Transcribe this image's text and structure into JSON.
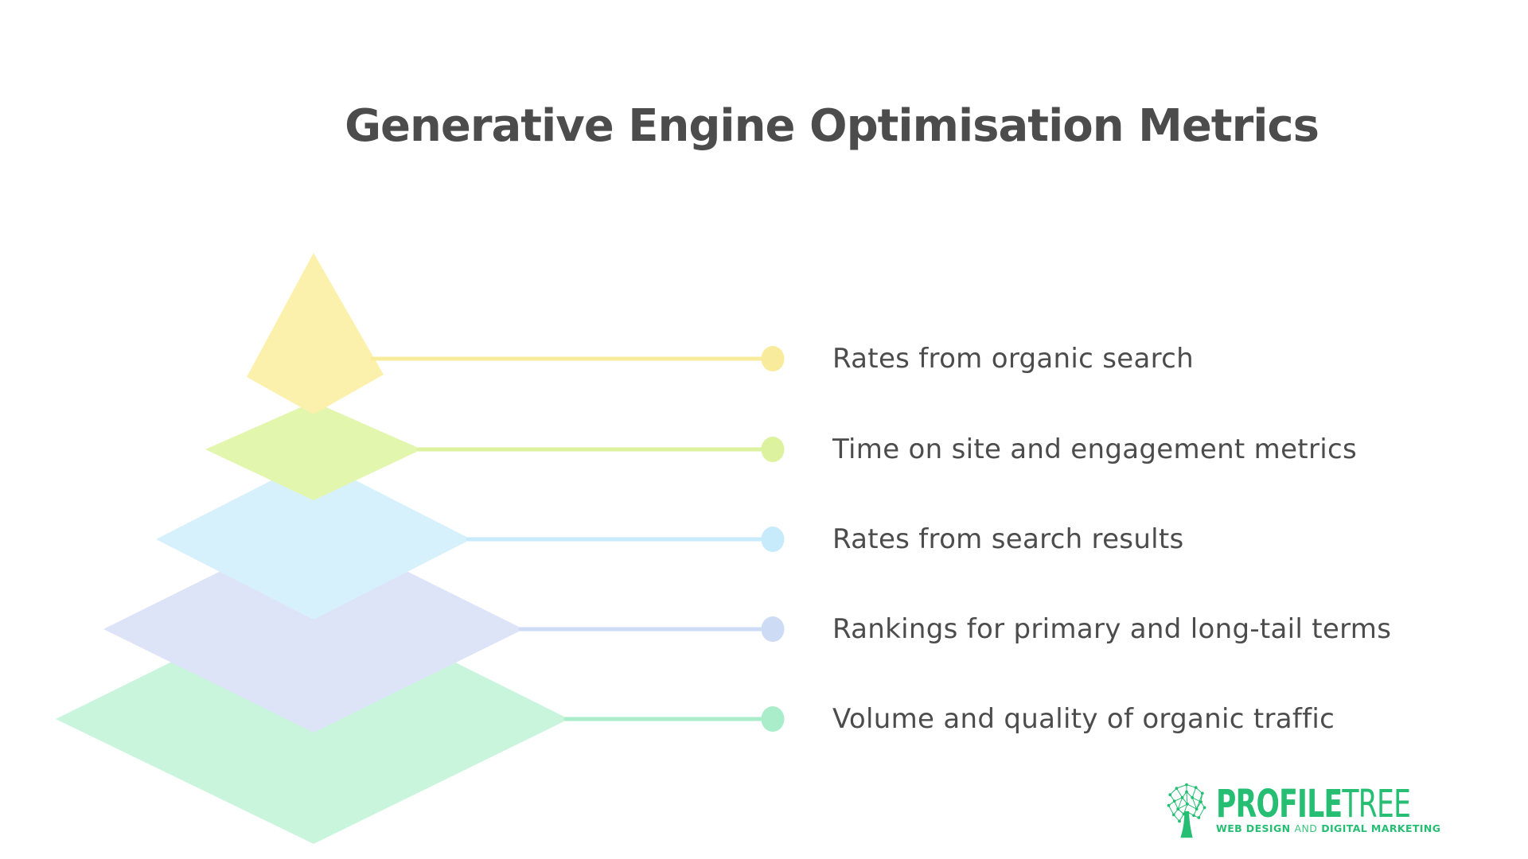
{
  "title": "Generative Engine Optimisation Metrics",
  "colors": {
    "background": "#ffffff",
    "text": "#4c4c4c"
  },
  "items": [
    {
      "label": "Rates from organic search",
      "fill": "#FBF1AC",
      "accent": "#F8EC9C"
    },
    {
      "label": "Time on site and engagement metrics",
      "fill": "#E2F6AE",
      "accent": "#DCF29E"
    },
    {
      "label": "Rates from search results",
      "fill": "#D6F1FB",
      "accent": "#C7EBFA"
    },
    {
      "label": "Rankings for primary and long-tail terms",
      "fill": "#DDE4F8",
      "accent": "#CDDBF5"
    },
    {
      "label": "Volume and quality of organic traffic",
      "fill": "#C9F5DC",
      "accent": "#A9EDCB"
    }
  ],
  "logo": {
    "brand_color": "#25BE72",
    "name_bold": "PROFILE",
    "name_light": "TREE",
    "tagline_part1": "WEB DESIGN",
    "tagline_part2": "AND",
    "tagline_part3": "DIGITAL MARKETING"
  }
}
